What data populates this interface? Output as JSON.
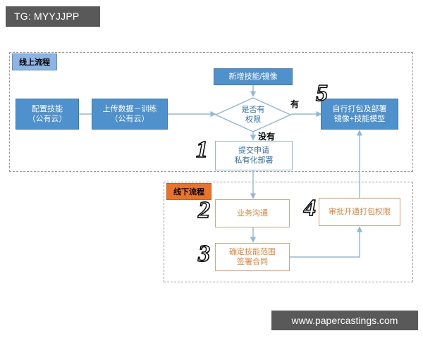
{
  "header": {
    "badge": "TG: MYYJJPP"
  },
  "watermark": {
    "text": "www.papercastings.com"
  },
  "groups": {
    "online": {
      "tag": "线上流程"
    },
    "offline": {
      "tag": "线下流程"
    }
  },
  "nodes": {
    "config": {
      "lines": [
        "配置技能",
        "（公有云）"
      ],
      "style": "filled"
    },
    "upload": {
      "lines": [
        "上传数据－训练",
        "（公有云）"
      ],
      "style": "filled"
    },
    "addskill": {
      "lines": [
        "新增技能/镜像"
      ],
      "style": "filled"
    },
    "decision": {
      "lines": [
        "是否有",
        "权限"
      ],
      "style": "diamond"
    },
    "deploy": {
      "lines": [
        "自行打包及部署",
        "镜像+技能模型"
      ],
      "style": "filled"
    },
    "submit": {
      "lines": [
        "提交申请",
        "私有化部署"
      ],
      "style": "outline-blue"
    },
    "business": {
      "lines": [
        "业务沟通"
      ],
      "style": "outline-orange"
    },
    "scope": {
      "lines": [
        "确定技能范围",
        "签署合同"
      ],
      "style": "outline-orange"
    },
    "approve": {
      "lines": [
        "审批开通打包权限"
      ],
      "style": "outline-orange"
    }
  },
  "edge_labels": {
    "yes": "有",
    "no": "没有"
  },
  "steps": {
    "one": "1",
    "two": "2",
    "three": "3",
    "four": "4",
    "five": "5"
  },
  "colors": {
    "node_fill": "#4f91cd",
    "node_fill_border": "#3c7ab4",
    "outline_blue_border": "#8fb8dd",
    "outline_blue_text": "#2f6fae",
    "outline_orange_border": "#e2a373",
    "outline_orange_text": "#e8843a",
    "online_tag_bg": "#8db4e2",
    "offline_tag_bg": "#e8732a",
    "badge_bg": "#595959",
    "connector": "#8fb8dd",
    "group_border": "#9a9a9a"
  }
}
